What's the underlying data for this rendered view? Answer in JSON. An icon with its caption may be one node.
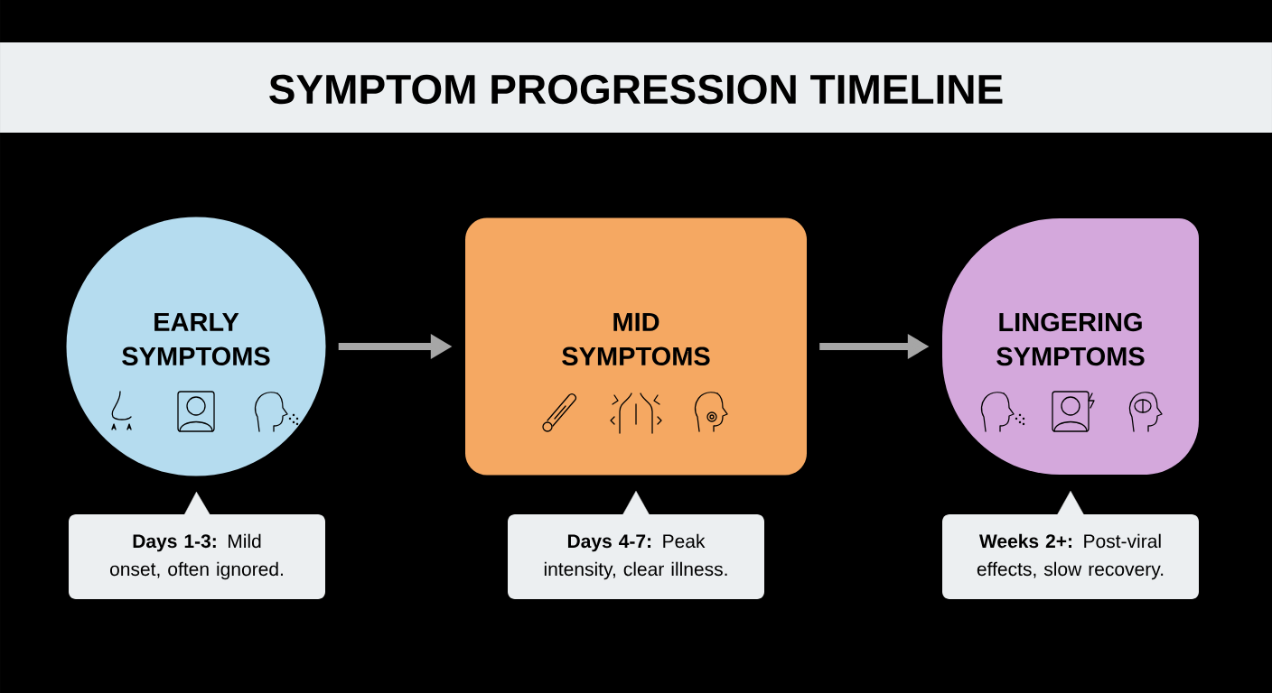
{
  "diagram": {
    "title": "SYMPTOM PROGRESSION TIMELINE",
    "nodes": [
      {
        "text": [
          "EARLY SYMPTOMS"
        ]
      },
      {
        "text": [
          "MID SYMPTOMS"
        ]
      },
      {
        "text": [
          "LINGERING SYMPTOMS"
        ]
      },
      {
        "text": [
          "**Days 1-3:** Mild onset, often ignored."
        ]
      },
      {
        "text": [
          "**Days 4-7:** Peak intensity, clear illness."
        ]
      },
      {
        "text": [
          "**Weeks 2+:** Post-viral effects, slow recovery."
        ]
      }
    ],
    "edges": [
      {
        "from": 0,
        "to": 1,
        "arrow": "to"
      },
      {
        "from": 1,
        "to": 2,
        "arrow": "to"
      },
      {
        "from": 3,
        "to": 0,
        "arrow": "to",
        "color": "#eceff1"
      },
      {
        "from": 4,
        "to": 1,
        "arrow": "to",
        "color": "#eceff1"
      },
      {
        "from": 5,
        "to": 2,
        "arrow": "to",
        "color": "#eceff1"
      }
    ]
  }
}
